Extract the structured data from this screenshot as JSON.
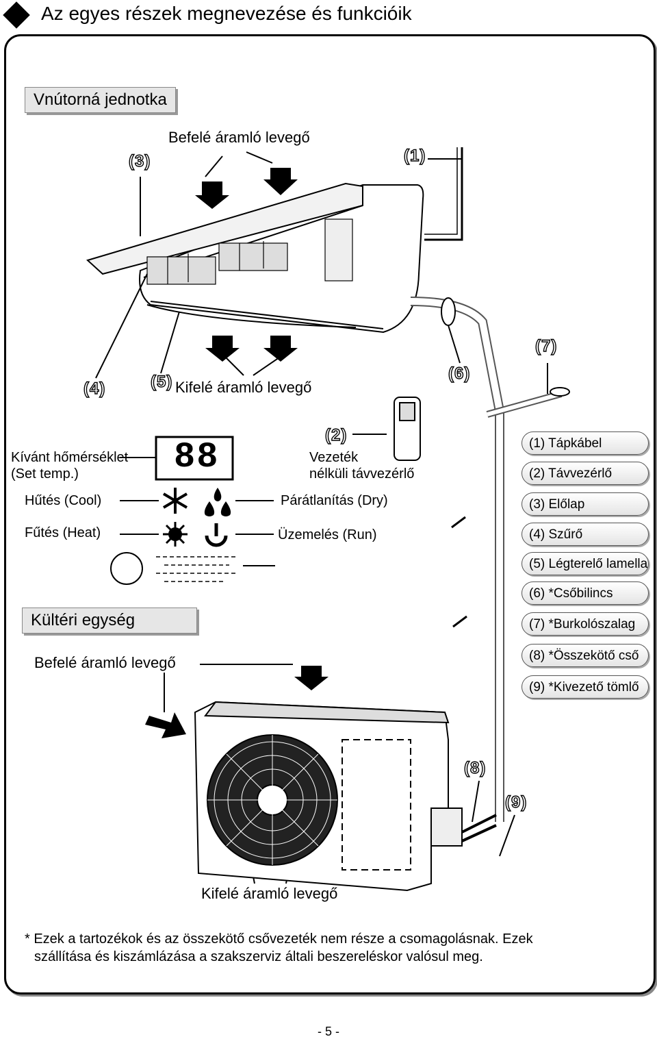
{
  "header": {
    "title": "Az egyes részek megnevezése és funkcióik"
  },
  "indoor": {
    "section_label": "Vnútorná jednotka",
    "air_in": "Befelé áramló levegő",
    "air_out": "Kifelé áramló levegő"
  },
  "callouts": [
    "(1)",
    "(2)",
    "(3)",
    "(4)",
    "(5)",
    "(6)",
    "(7)",
    "(8)",
    "(9)"
  ],
  "display": {
    "digits": "88",
    "set_temp_line1": "Kívánt hőmérséklet",
    "set_temp_line2": "(Set temp.)",
    "cool": "Hűtés (Cool)",
    "heat": "Fűtés (Heat)",
    "dry": "Párátlanítás (Dry)",
    "run": "Üzemelés (Run)",
    "remote_line1": "Vezeték",
    "remote_line2": "nélküli távvezérlő"
  },
  "outdoor": {
    "section_label": "Kültéri egység",
    "air_in": "Befelé áramló levegő",
    "air_out": "Kifelé áramló levegő"
  },
  "legend": [
    "(1) Tápkábel",
    "(2) Távvezérlő",
    "(3) Előlap",
    "(4) Szűrő",
    "(5) Légterelő lamella",
    "(6) *Csőbilincs",
    "(7) *Burkolószalag",
    "(8) *Összekötő cső",
    "(9) *Kivezető tömlő"
  ],
  "footnote": {
    "line1": "* Ezek a tartozékok és az összekötő csővezeték nem része a csomagolásnak. Ezek",
    "line2": "szállítása és kiszámlázása a szakszerviz általi beszereléskor valósul meg."
  },
  "page_number": "- 5 -"
}
